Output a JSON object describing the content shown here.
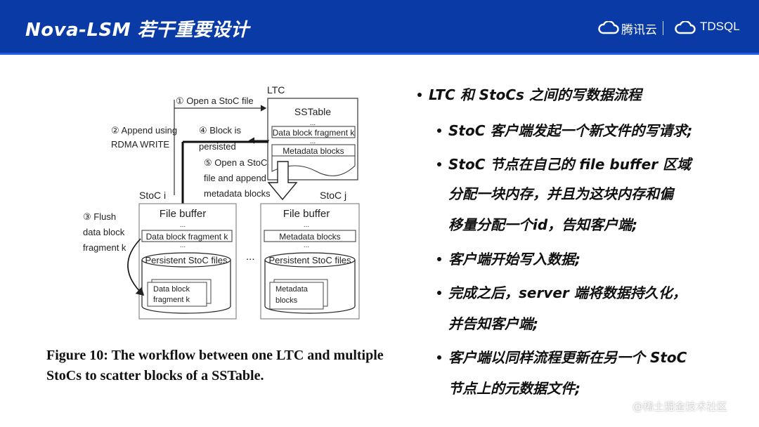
{
  "header": {
    "title": "Nova-LSM 若干重要设计",
    "brand_left": "腾讯云",
    "brand_right": "TDSQL",
    "colors": {
      "bg": "#0a3aa5",
      "accent": "#1d5fe0"
    }
  },
  "diagram": {
    "ltc_label": "LTC",
    "sstable_label": "SSTable",
    "ltc_rows": [
      "Data block fragment k",
      "Metadata blocks"
    ],
    "ellipsis": "...",
    "stoc_i_label": "StoC i",
    "stoc_j_label": "StoC j",
    "file_buffer": "File buffer",
    "stoc_i_row": "Data block fragment k",
    "stoc_j_row": "Metadata blocks",
    "persistent_label": "Persistent StoC files",
    "stoc_i_file_lines": [
      "Data block",
      "fragment k"
    ],
    "stoc_j_file_lines": [
      "Metadata",
      "blocks"
    ],
    "between_dots": "...",
    "steps": {
      "s1": "① Open a StoC file",
      "s2_lines": [
        "② Append using",
        "RDMA WRITE"
      ],
      "s3_lines": [
        "③ Flush",
        "data block",
        "fragment k"
      ],
      "s4_lines": [
        "④ Block is",
        "persisted"
      ],
      "s5_lines": [
        "⑤ Open a StoC",
        "file and append",
        "metadata blocks"
      ]
    }
  },
  "caption": "Figure 10: The workflow between one LTC and multiple StoCs to scatter blocks of a SSTable.",
  "bullets": [
    {
      "lines": [
        "LTC 和 StoCs 之间的写数据流程"
      ]
    },
    {
      "lines": [
        "StoC 客户端发起一个新文件的写请求;"
      ]
    },
    {
      "lines": [
        "StoC 节点在自己的 file buffer 区域",
        "分配一块内存，并且为这块内存和偏",
        "移量分配一个id，告知客户端;"
      ]
    },
    {
      "lines": [
        "客户端开始写入数据;"
      ]
    },
    {
      "lines": [
        "完成之后，server 端将数据持久化，",
        "并告知客户端;"
      ]
    },
    {
      "lines": [
        "客户端以同样流程更新在另一个 StoC",
        "节点上的元数据文件;"
      ]
    }
  ],
  "watermark": "@稀土掘金技术社区"
}
